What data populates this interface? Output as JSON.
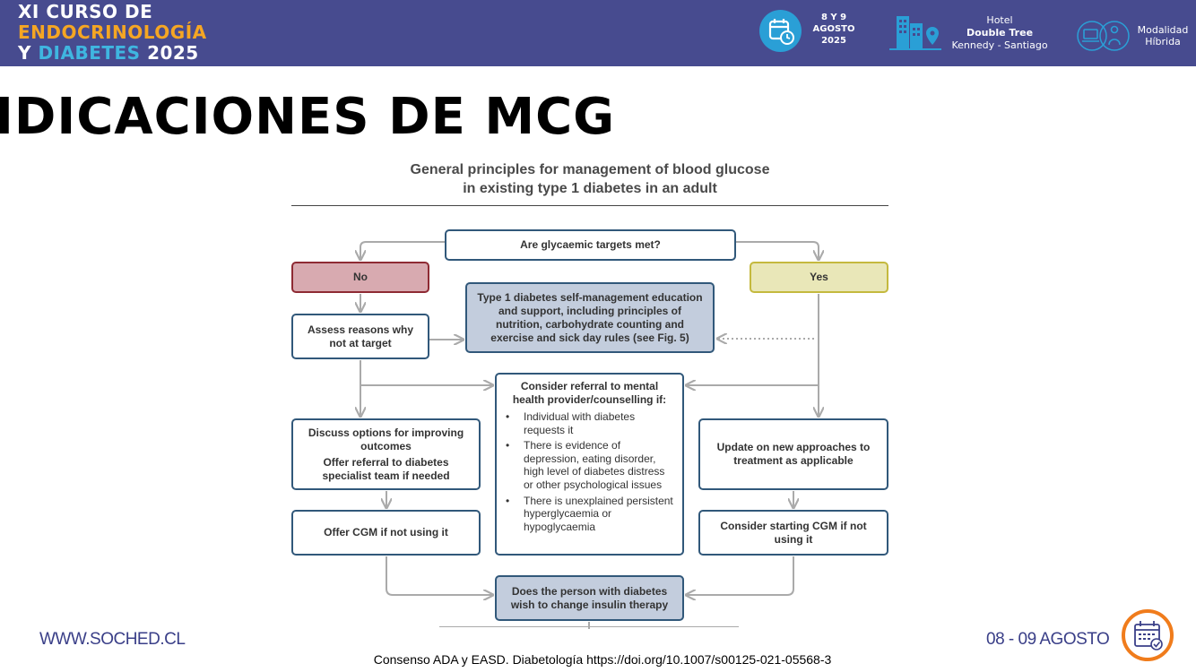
{
  "header": {
    "logo": {
      "line1": "XI CURSO DE",
      "line2": "ENDOCRINOLOGÍA",
      "line3_prefix": "Y",
      "line3_highlight": "DIABETES",
      "line3_suffix": "2025"
    },
    "date": {
      "line1": "8 Y 9",
      "line2": "AGOSTO",
      "line3": "2025"
    },
    "venue": {
      "line1": "Hotel",
      "line2": "Double Tree",
      "line3": "Kennedy - Santiago"
    },
    "mode": {
      "line1": "Modalidad",
      "line2": "Híbrida"
    },
    "icons": [
      "calendar-clock-icon",
      "hotel-location-icon",
      "hybrid-mode-icon"
    ],
    "colors": {
      "banner": "#474b8f",
      "logo_orange": "#f5a623",
      "logo_blue": "#3fb6e0"
    }
  },
  "title": "NDICACIONES DE MCG",
  "flowchart": {
    "heading_line1": "General principles for management of blood glucose",
    "heading_line2": "in existing type 1 diabetes in an adult",
    "question": "Are glycaemic targets met?",
    "no": "No",
    "yes": "Yes",
    "education": "Type 1 diabetes self-management education and support, including principles of nutrition, carbohydrate counting and exercise and sick day rules (see Fig. 5)",
    "assess": "Assess reasons why not at target",
    "mental_title": "Consider referral to mental health provider/counselling if:",
    "mental_bullets": [
      "Individual with diabetes requests it",
      "There is evidence of depression, eating disorder, high level of diabetes distress or other psychological issues",
      "There is unexplained persistent hyperglycaemia or hypoglycaemia"
    ],
    "discuss_1": "Discuss options for improving outcomes",
    "discuss_2": "Offer referral to diabetes specialist team if needed",
    "update": "Update on new approaches to treatment as applicable",
    "offer_cgm": "Offer CGM if not using it",
    "consider_cgm": "Consider starting CGM if not using it",
    "wish": "Does the person with diabetes wish to change insulin therapy"
  },
  "footer": {
    "url": "WWW.SOCHED.CL",
    "date": "08 - 09 AGOSTO",
    "citation": "Consenso ADA y EASD. Diabetología https://doi.org/10.1007/s00125-021-05568-3",
    "icon": "calendar-check-icon"
  }
}
